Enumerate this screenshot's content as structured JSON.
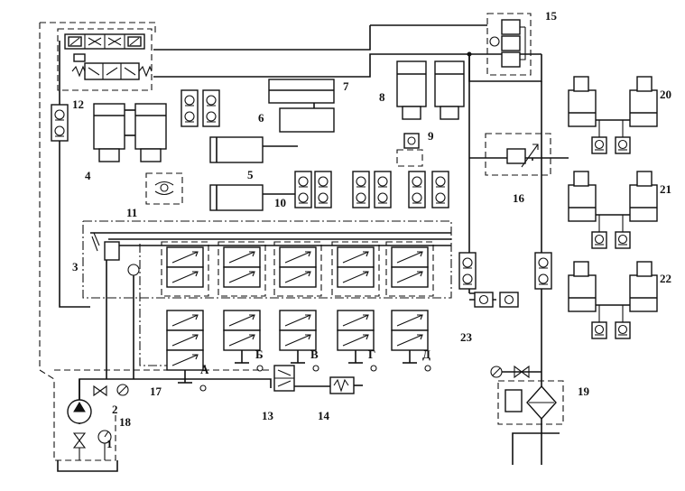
{
  "labels": {
    "n1": "1",
    "n2": "2",
    "n3": "3",
    "n4": "4",
    "n5": "5",
    "n6": "6",
    "n7": "7",
    "n8": "8",
    "n9": "9",
    "n10": "10",
    "n11": "11",
    "n12": "12",
    "n13": "13",
    "n14": "14",
    "n15": "15",
    "n16": "16",
    "n17": "17",
    "n18": "18",
    "n19": "19",
    "n20": "20",
    "n21": "21",
    "n22": "22",
    "n23": "23",
    "A": "А",
    "B": "Б",
    "V": "В",
    "G": "Г",
    "D": "Д"
  }
}
